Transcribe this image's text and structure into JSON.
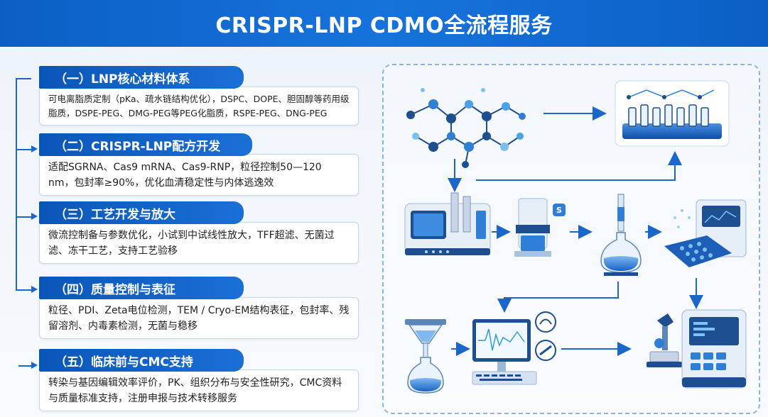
{
  "header": {
    "title": "CRISPR-LNP CDMO全流程服务"
  },
  "sections": [
    {
      "title": "（一）LNP核心材料体系",
      "body": "可电离脂质定制（pKa、疏水链结构优化），DSPC、DOPE、胆固醇等药用级脂质，DSPE-PEG、DMG-PEG等PEG化脂质，RSPE-PEG、DNG-PEG"
    },
    {
      "title": "（二）CRISPR-LNP配方开发",
      "body": "适配SGRNA、Cas9 mRNA、Cas9-RNP，粒径控制50—120 nm，包封率≥90%，优化血清稳定性与内体逃逸效"
    },
    {
      "title": "（三）工艺开发与放大",
      "body": "微流控制备与参数优化，小试到中试线性放大，TFF超滤、无菌过滤、冻干工艺，支持工艺验移"
    },
    {
      "title": "（四）质量控制与表征",
      "body": "粒径、PDI、Zeta电位检测，TEM / Cryo-EM结构表征，包封率、残留溶剂、内毒素检测，无菌与稳移"
    },
    {
      "title": "（五）临床前与CMC支持",
      "body": "转染与基因编辑效率评价，PK、组织分布与安全性研究，CMC资料与质量标准支持，注册申报与技术转移服务"
    }
  ],
  "illustration": {
    "badge_letter": "S"
  },
  "colors": {
    "primary": "#0b5fc4",
    "accent": "#1b66c9",
    "light_blue": "#8fb3df"
  }
}
